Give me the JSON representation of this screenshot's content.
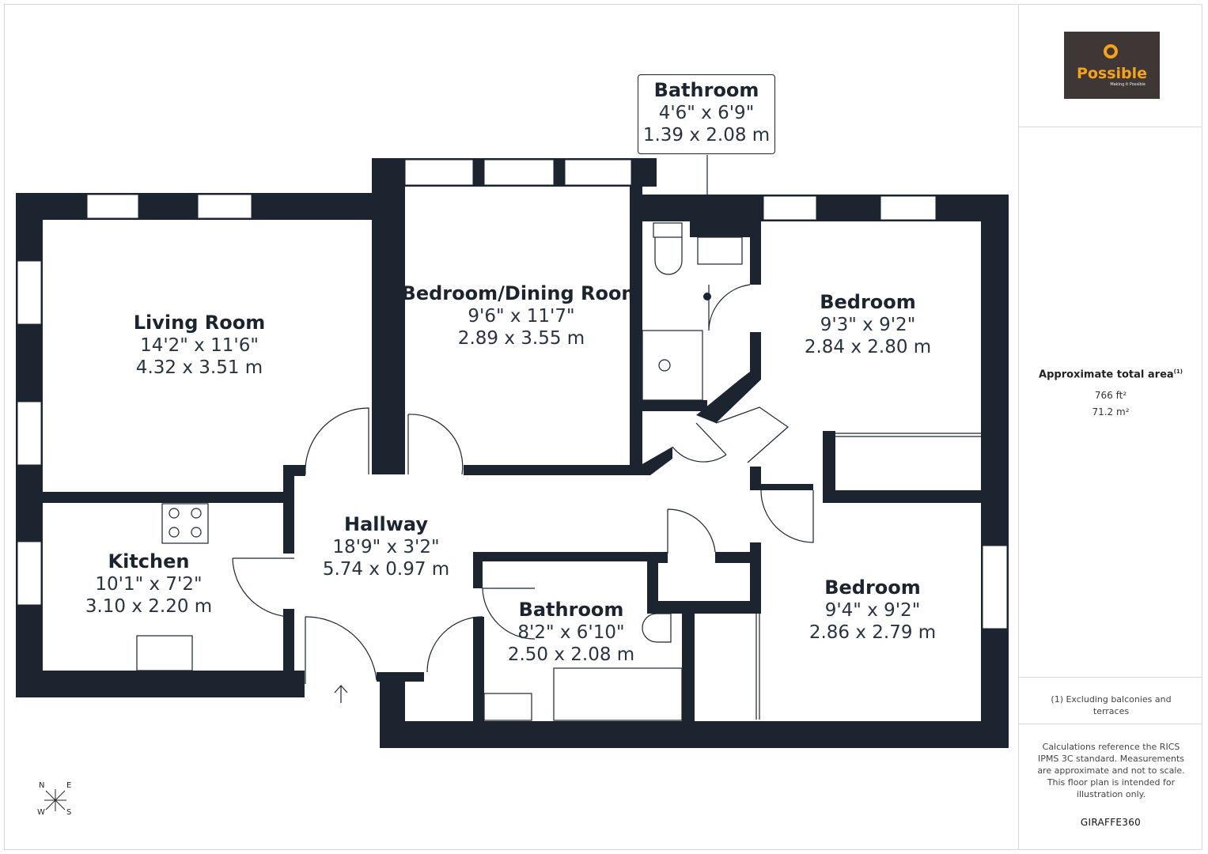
{
  "colors": {
    "wall": "#1c2430",
    "brand_bg": "#3f3735",
    "brand_accent": "#f5a31a"
  },
  "rooms": [
    {
      "name": "Living Room",
      "imperial": "14'2\" x 11'6\"",
      "metric": "4.32 x 3.51 m"
    },
    {
      "name": "Bedroom/Dining Room",
      "imperial": "9'6\" x 11'7\"",
      "metric": "2.89 x 3.55 m"
    },
    {
      "name": "Bathroom",
      "imperial": "4'6\" x 6'9\"",
      "metric": "1.39 x 2.08 m"
    },
    {
      "name": "Bedroom",
      "imperial": "9'3\" x 9'2\"",
      "metric": "2.84 x 2.80 m"
    },
    {
      "name": "Kitchen",
      "imperial": "10'1\" x 7'2\"",
      "metric": "3.10 x 2.20 m"
    },
    {
      "name": "Hallway",
      "imperial": "18'9\" x 3'2\"",
      "metric": "5.74 x 0.97 m"
    },
    {
      "name": "Bathroom",
      "imperial": "8'2\" x 6'10\"",
      "metric": "2.50 x 2.08 m"
    },
    {
      "name": "Bedroom",
      "imperial": "9'4\" x 9'2\"",
      "metric": "2.86 x 2.79 m"
    }
  ],
  "compass": {
    "n": "N",
    "e": "E",
    "s": "S",
    "w": "W"
  },
  "sidebar": {
    "logo_name": "Possible",
    "logo_tagline": "Making it Possible",
    "area_title": "Approximate total area",
    "area_footnote_mark": "(1)",
    "area_ft": "766 ft²",
    "area_m": "71.2 m²",
    "footnote": "(1) Excluding balconies and terraces",
    "disclaimer": "Calculations reference the RICS IPMS 3C standard. Measurements are approximate and not to scale. This floor plan is intended for illustration only.",
    "brand": "GIRAFFE360"
  }
}
